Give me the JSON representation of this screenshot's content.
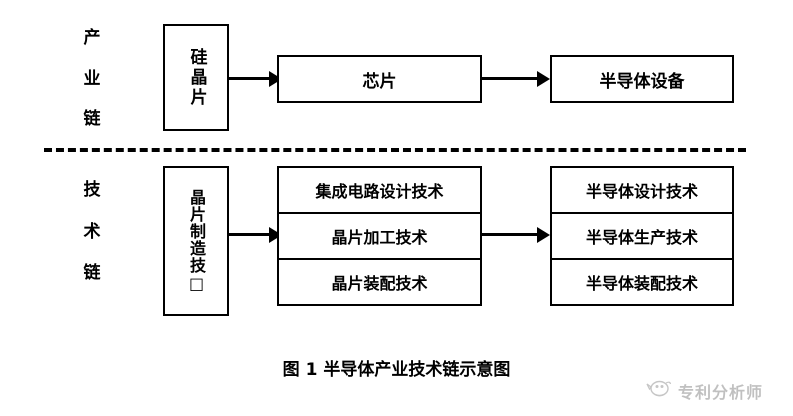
{
  "figure": {
    "caption": "图 1  半导体产业技术链示意图",
    "rows": [
      {
        "id": "industry-chain",
        "label": "产业链",
        "label_chars": [
          "产",
          "业",
          "链"
        ]
      },
      {
        "id": "technology-chain",
        "label": "技术链",
        "label_chars": [
          "技",
          "术",
          "链"
        ]
      }
    ],
    "industry_chain": {
      "source_box": "硅晶片",
      "middle_box": "芯片",
      "target_box": "半导体设备"
    },
    "technology_chain": {
      "source_box": "晶片制造技□",
      "middle_column": [
        "集成电路设计技术",
        "晶片加工技术",
        "晶片装配技术"
      ],
      "right_column": [
        "半导体设计技术",
        "半导体生产技术",
        "半导体装配技术"
      ]
    },
    "connectors": [
      {
        "name": "arrow-silicon-to-chip",
        "glyph": "arrow-right-icon"
      },
      {
        "name": "arrow-chip-to-equipment",
        "glyph": "arrow-right-icon"
      },
      {
        "name": "arrow-wafer-mfg-to-middle",
        "glyph": "arrow-right-icon"
      },
      {
        "name": "arrow-middle-to-right",
        "glyph": "arrow-right-icon"
      }
    ],
    "separator": {
      "style": "dashed"
    }
  },
  "watermark": {
    "text": "专利分析师",
    "icon": "bird-logo-icon"
  },
  "colors": {
    "stroke": "#000000",
    "background": "#ffffff",
    "watermark_text": "#333333"
  }
}
